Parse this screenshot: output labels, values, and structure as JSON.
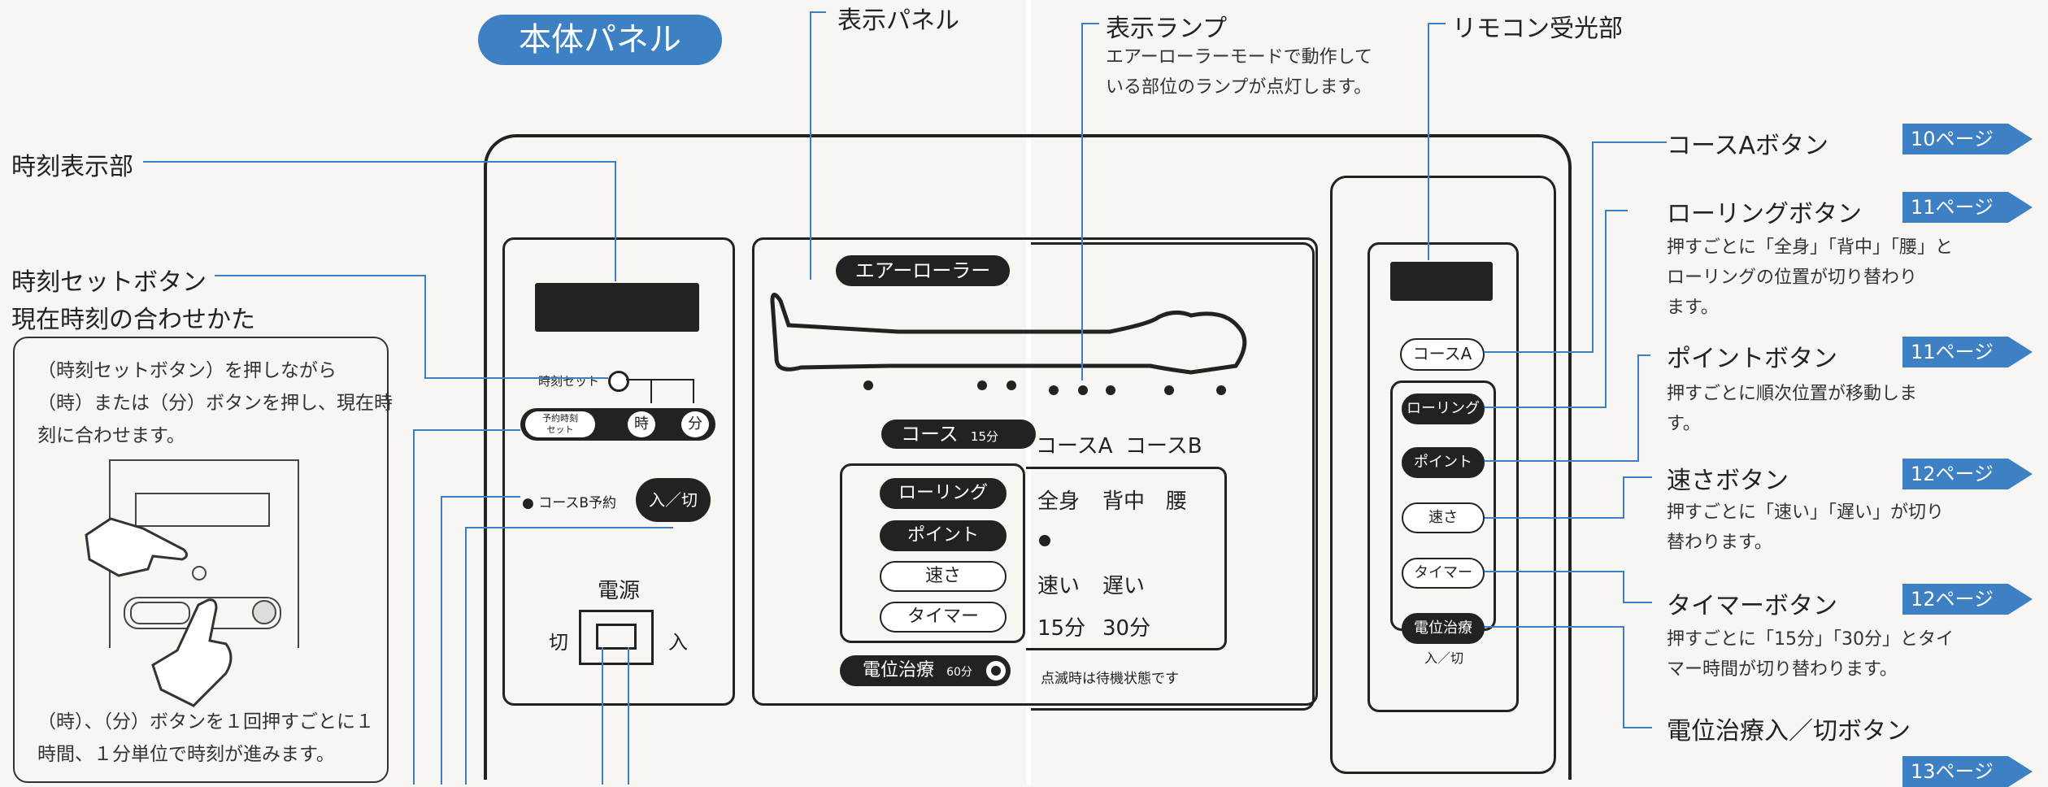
{
  "title": "本体パネル",
  "callouts": {
    "display_panel": "表示パネル",
    "display_lamp": "表示ランプ",
    "display_lamp_desc": "エアーローラーモードで動作して\nいる部位のランプが点灯します。",
    "remote_receiver": "リモコン受光部",
    "time_display": "時刻表示部",
    "time_set_button": "時刻セットボタン",
    "time_set_how": "現在時刻の合わせかた"
  },
  "instructions": {
    "text1": "（時刻セットボタン）を押しながら\n（時）または（分）ボタンを押し、現在時\n刻に合わせます。",
    "text2": "（時）、（分）ボタンを１回押すごとに１\n時間、１分単位で時刻が進みます。"
  },
  "left_panel": {
    "time_set_label": "時刻セット",
    "reserve_set": "予約時刻\nセット",
    "hour": "時",
    "minute": "分",
    "course_b_reserve": "● コースB予約",
    "power_button": "入／切",
    "power_title": "電源",
    "off": "切",
    "on": "入"
  },
  "center_panel": {
    "air_roller": "エアーローラー",
    "course_label": "コース",
    "course_time": "15分",
    "buttons": [
      "ローリング",
      "ポイント",
      "速さ",
      "タイマー"
    ],
    "potential": "電位治療",
    "potential_time": "60分"
  },
  "display_panel": {
    "course_a": "コースA",
    "course_b": "コースB",
    "body_parts": [
      "全身",
      "背中",
      "腰"
    ],
    "speed": [
      "速い",
      "遅い"
    ],
    "timer": [
      "15分",
      "30分"
    ],
    "note": "点滅時は待機状態です"
  },
  "remote": {
    "buttons": [
      "コースA",
      "ローリング",
      "ポイント",
      "速さ",
      "タイマー",
      "電位治療"
    ],
    "power_sub": "入／切"
  },
  "right_labels": [
    {
      "label": "コースAボタン",
      "page": "10ページ",
      "desc": ""
    },
    {
      "label": "ローリングボタン",
      "page": "11ページ",
      "desc": "押すごとに「全身」「背中」「腰」と\nローリングの位置が切り替わり\nます。"
    },
    {
      "label": "ポイントボタン",
      "page": "11ページ",
      "desc": "押すごとに順次位置が移動しま\nす。"
    },
    {
      "label": "速さボタン",
      "page": "12ページ",
      "desc": "押すごとに「速い」「遅い」が切り\n替わります。"
    },
    {
      "label": "タイマーボタン",
      "page": "12ページ",
      "desc": "押すごとに「15分」「30分」とタイ\nマー時間が切り替わります。"
    },
    {
      "label": "電位治療入／切ボタン",
      "page": "13ページ",
      "desc": ""
    }
  ]
}
